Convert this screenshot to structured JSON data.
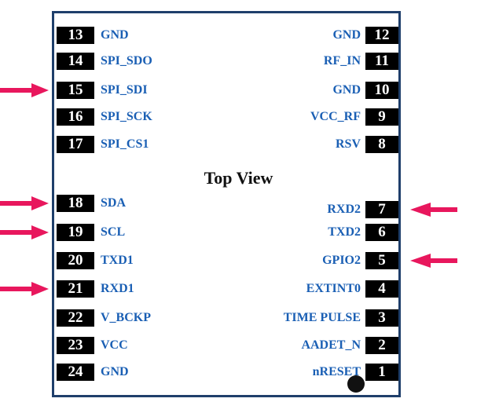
{
  "diagram": {
    "title": "Top View",
    "left_pins": [
      {
        "number": "13",
        "label": "GND",
        "highlighted": false
      },
      {
        "number": "14",
        "label": "SPI_SDO",
        "highlighted": false
      },
      {
        "number": "15",
        "label": "SPI_SDI",
        "highlighted": true
      },
      {
        "number": "16",
        "label": "SPI_SCK",
        "highlighted": false
      },
      {
        "number": "17",
        "label": "SPI_CS1",
        "highlighted": false
      },
      {
        "number": "18",
        "label": "SDA",
        "highlighted": true
      },
      {
        "number": "19",
        "label": "SCL",
        "highlighted": true
      },
      {
        "number": "20",
        "label": "TXD1",
        "highlighted": false
      },
      {
        "number": "21",
        "label": "RXD1",
        "highlighted": true
      },
      {
        "number": "22",
        "label": "V_BCKP",
        "highlighted": false
      },
      {
        "number": "23",
        "label": "VCC",
        "highlighted": false
      },
      {
        "number": "24",
        "label": "GND",
        "highlighted": false
      }
    ],
    "right_pins": [
      {
        "number": "12",
        "label": "GND",
        "highlighted": false
      },
      {
        "number": "11",
        "label": "RF_IN",
        "highlighted": false
      },
      {
        "number": "10",
        "label": "GND",
        "highlighted": false
      },
      {
        "number": "9",
        "label": "VCC_RF",
        "highlighted": false
      },
      {
        "number": "8",
        "label": "RSV",
        "highlighted": false
      },
      {
        "number": "7",
        "label": "RXD2",
        "highlighted": true
      },
      {
        "number": "6",
        "label": "TXD2",
        "highlighted": false
      },
      {
        "number": "5",
        "label": "GPIO2",
        "highlighted": true
      },
      {
        "number": "4",
        "label": "EXTINT0",
        "highlighted": false
      },
      {
        "number": "3",
        "label": "TIME PULSE",
        "highlighted": false
      },
      {
        "number": "2",
        "label": "AADET_N",
        "highlighted": false
      },
      {
        "number": "1",
        "label": "nRESET",
        "highlighted": false
      }
    ],
    "colors": {
      "border": "#1f3f6b",
      "label": "#1a5fb4",
      "arrow": "#e8175d",
      "pin_box": "#000000"
    }
  }
}
